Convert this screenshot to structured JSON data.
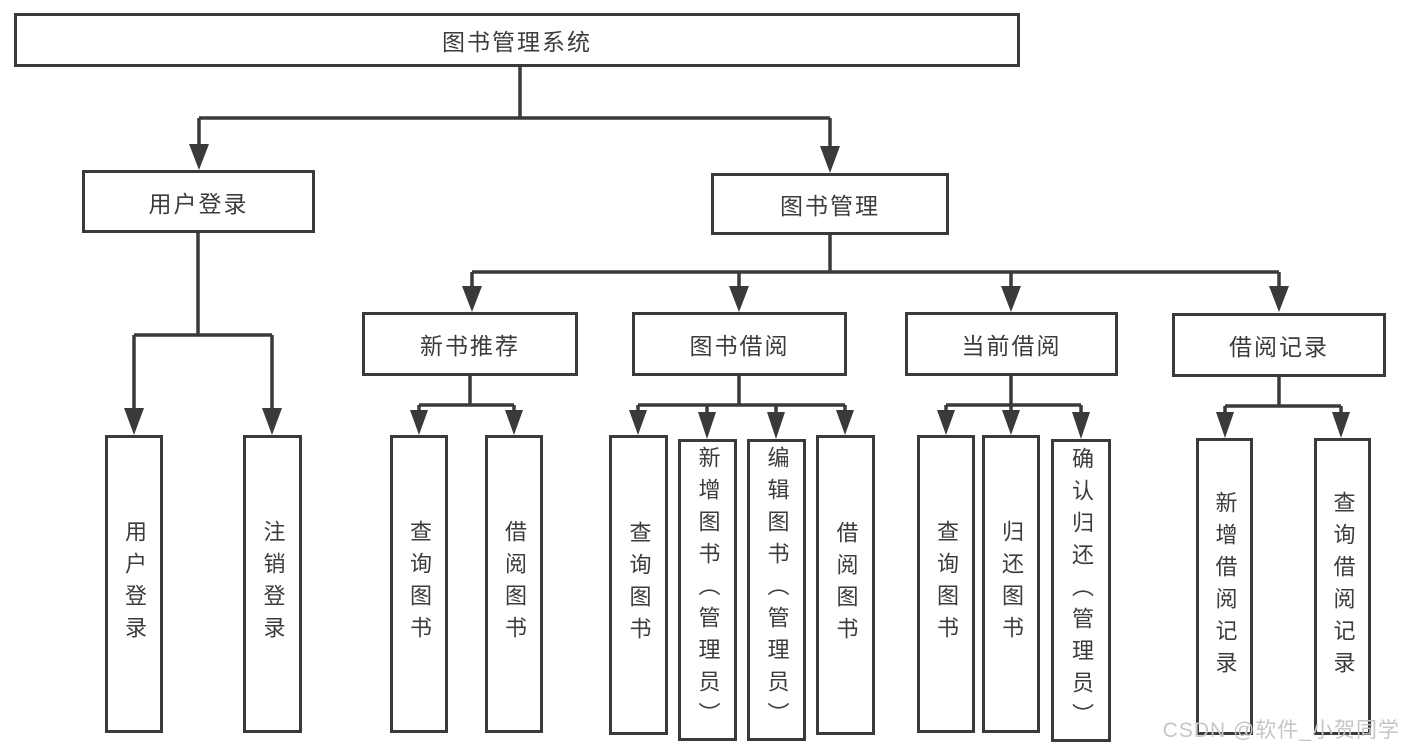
{
  "diagram": {
    "title_node": "图书管理系统",
    "branches": [
      {
        "label": "用户登录",
        "children": [
          {
            "label": "用户登录"
          },
          {
            "label": "注销登录"
          }
        ]
      },
      {
        "label": "图书管理",
        "children": [
          {
            "label": "新书推荐",
            "children": [
              {
                "label": "查询图书"
              },
              {
                "label": "借阅图书"
              }
            ]
          },
          {
            "label": "图书借阅",
            "children": [
              {
                "label": "查询图书"
              },
              {
                "label": "新增图书（管理员）"
              },
              {
                "label": "编辑图书（管理员）"
              },
              {
                "label": "借阅图书"
              }
            ]
          },
          {
            "label": "当前借阅",
            "children": [
              {
                "label": "查询图书"
              },
              {
                "label": "归还图书"
              },
              {
                "label": "确认归还（管理员）"
              }
            ]
          },
          {
            "label": "借阅记录",
            "children": [
              {
                "label": "新增借阅记录"
              },
              {
                "label": "查询借阅记录"
              }
            ]
          }
        ]
      }
    ]
  },
  "watermark": {
    "text": "CSDN @软件_小贺同学"
  },
  "colors": {
    "line": "#3a3a3a",
    "box_border": "#3a3a3a",
    "text": "#3c3c3c",
    "watermark": "#c6c6c6",
    "background": "#ffffff"
  }
}
